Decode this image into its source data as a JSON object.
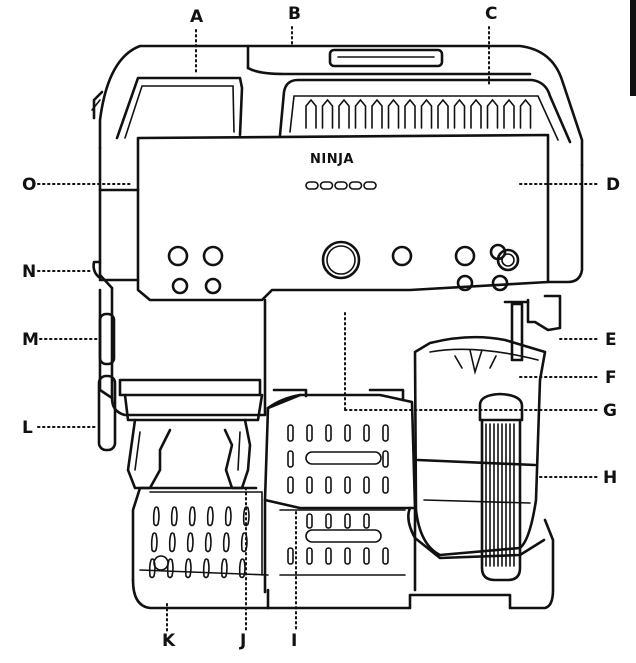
{
  "brand": "NINJA",
  "callouts": [
    {
      "id": "A",
      "text": "A"
    },
    {
      "id": "B",
      "text": "B"
    },
    {
      "id": "C",
      "text": "C"
    },
    {
      "id": "D",
      "text": "D"
    },
    {
      "id": "E",
      "text": "E"
    },
    {
      "id": "F",
      "text": "F"
    },
    {
      "id": "G",
      "text": "G"
    },
    {
      "id": "H",
      "text": "H"
    },
    {
      "id": "I",
      "text": "I"
    },
    {
      "id": "J",
      "text": "J"
    },
    {
      "id": "K",
      "text": "K"
    },
    {
      "id": "L",
      "text": "L"
    },
    {
      "id": "M",
      "text": "M"
    },
    {
      "id": "N",
      "text": "N"
    },
    {
      "id": "O",
      "text": "O"
    }
  ]
}
